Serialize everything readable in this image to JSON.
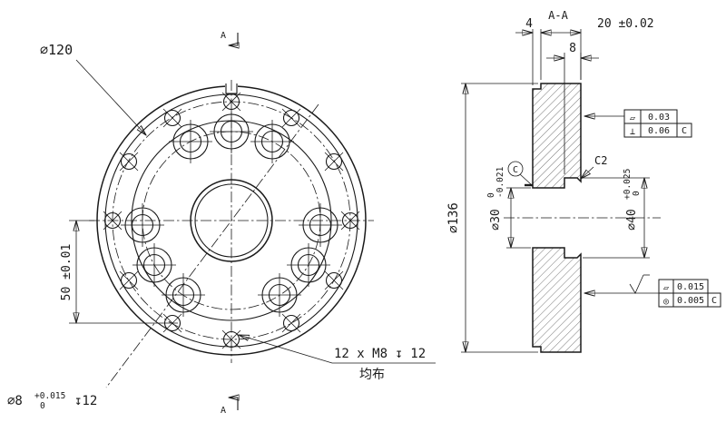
{
  "front": {
    "d120": "∅120",
    "dim50": "50 ±0.01",
    "d8": "∅8",
    "d8_tol_up": "+0.015",
    "d8_tol_low": "0",
    "d8_depth": "↧12",
    "holes_note": "12 x M8 ↧ 12",
    "holes_note_spacing": "均布",
    "section_mark_top": "A",
    "section_mark_bottom": "A"
  },
  "section": {
    "title": "A-A",
    "dim4": "4",
    "dim20": "20 ±0.02",
    "dim8": "8",
    "d136": "∅136",
    "d30": "∅30",
    "d30_tol_up": "0",
    "d30_tol_low": "-0.021",
    "d40": "∅40",
    "d40_tol_up": "+0.025",
    "d40_tol_low": "0",
    "chamfer": "C2",
    "datum": "C",
    "fcf": {
      "flatness_sym": "▱",
      "flatness_val": "0.03",
      "perp_sym": "⊥",
      "perp_val": "0.06",
      "perp_datum": "C",
      "flat2_sym": "▱",
      "flat2_val": "0.015",
      "conc_sym": "◎",
      "conc_val": "0.005",
      "conc_datum": "C"
    }
  },
  "colors": {
    "line": "#1a1a1a",
    "background": "#ffffff"
  }
}
